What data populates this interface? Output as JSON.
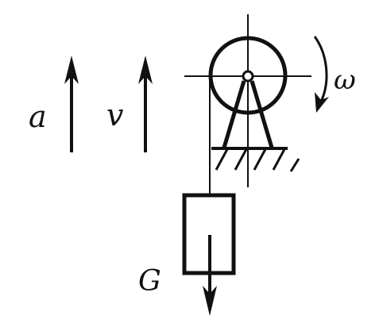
{
  "diagram": {
    "labels": {
      "acceleration": "a",
      "velocity": "v",
      "angular_velocity": "ω",
      "weight": "G"
    },
    "colors": {
      "ink": "#111111",
      "background": "#ffffff"
    }
  }
}
